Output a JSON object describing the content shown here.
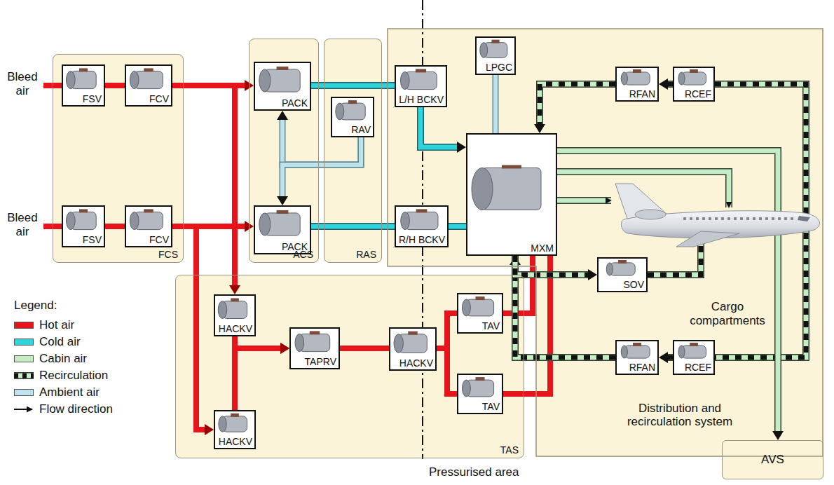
{
  "diagram": {
    "nodes": [
      {
        "text": [
          "FCS"
        ]
      },
      {
        "text": [
          "FSV"
        ],
        "in": 0
      },
      {
        "text": [
          "FCV"
        ],
        "in": 0
      },
      {
        "text": [
          "FSV"
        ],
        "in": 0
      },
      {
        "text": [
          "FCV"
        ],
        "in": 0
      },
      {
        "text": [
          "ACS"
        ]
      },
      {
        "text": [
          "PACK"
        ],
        "in": 5
      },
      {
        "text": [
          "PACK"
        ],
        "in": 5
      },
      {
        "text": [
          "RAS"
        ]
      },
      {
        "text": [
          "RAV"
        ],
        "in": 8
      },
      {
        "text": [
          "Distribution and recirculation system"
        ]
      },
      {
        "text": [
          "L/H BCKV"
        ],
        "in": 10
      },
      {
        "text": [
          "LPGC"
        ],
        "in": 10
      },
      {
        "text": [
          "RFAN"
        ],
        "in": 10
      },
      {
        "text": [
          "RCEF"
        ],
        "in": 10
      },
      {
        "text": [
          "MXM"
        ],
        "in": 10
      },
      {
        "text": [
          "R/H BCKV"
        ],
        "in": 10
      },
      {
        "text": [
          "SOV"
        ],
        "in": 10
      },
      {
        "text": [
          "RFAN"
        ],
        "in": 10
      },
      {
        "text": [
          "RCEF"
        ],
        "in": 10
      },
      {
        "text": [
          "TAS"
        ]
      },
      {
        "text": [
          "HACKV"
        ],
        "in": 20
      },
      {
        "text": [
          "HACKV"
        ],
        "in": 20
      },
      {
        "text": [
          "TAPRV"
        ],
        "in": 20
      },
      {
        "text": [
          "HACKV"
        ],
        "in": 20
      },
      {
        "text": [
          "TAV"
        ],
        "in": 20
      },
      {
        "text": [
          "TAV"
        ],
        "in": 20
      },
      {
        "text": [
          "AVS"
        ]
      }
    ],
    "edges": [
      {
        "from": 1,
        "to": 2,
        "arrow": "none"
      },
      {
        "from": 3,
        "to": 4,
        "arrow": "none"
      },
      {
        "from": 2,
        "to": 6,
        "arrow": "to"
      },
      {
        "from": 4,
        "to": 7,
        "arrow": "to"
      },
      {
        "from": 2,
        "to": 21,
        "arrow": "to"
      },
      {
        "from": 4,
        "to": 22,
        "arrow": "to"
      },
      {
        "from": 21,
        "to": 23,
        "arrow": "to"
      },
      {
        "from": 22,
        "to": 23,
        "arrow": "to"
      },
      {
        "from": 23,
        "to": 24,
        "arrow": "none"
      },
      {
        "from": 24,
        "to": 25,
        "arrow": "none"
      },
      {
        "from": 24,
        "to": 26,
        "arrow": "none"
      },
      {
        "from": 25,
        "to": 15,
        "arrow": "none"
      },
      {
        "from": 26,
        "to": 15,
        "arrow": "none"
      },
      {
        "from": 6,
        "to": 11,
        "arrow": "none"
      },
      {
        "from": 7,
        "to": 16,
        "arrow": "none"
      },
      {
        "from": 11,
        "to": 15,
        "arrow": "to"
      },
      {
        "from": 16,
        "to": 15,
        "arrow": "none"
      },
      {
        "from": 9,
        "to": 6,
        "arrow": "to"
      },
      {
        "from": 9,
        "to": 7,
        "arrow": "to"
      },
      {
        "from": 12,
        "to": 15,
        "arrow": "none"
      },
      {
        "from": 14,
        "to": 13,
        "arrow": "to"
      },
      {
        "from": 13,
        "to": 15,
        "arrow": "to"
      },
      {
        "from": 19,
        "to": 18,
        "arrow": "to"
      },
      {
        "from": 18,
        "to": 15,
        "arrow": "to"
      },
      {
        "from": 15,
        "to": 17,
        "arrow": "to"
      },
      {
        "from": 15,
        "to": 27,
        "arrow": "to"
      }
    ],
    "labels": [
      "Bleed air",
      "Bleed air",
      "Legend:",
      "Cargo compartments",
      "Pressurised area"
    ],
    "legend": [
      {
        "text": "Hot air",
        "color": "#e8141b"
      },
      {
        "text": "Cold air",
        "color": "#2fd3dc"
      },
      {
        "text": "Cabin air",
        "color": "#c6ecc6"
      },
      {
        "text": "Recirculation"
      },
      {
        "text": "Ambient air",
        "color": "#bfe3ec"
      },
      {
        "text": "Flow direction"
      }
    ]
  }
}
